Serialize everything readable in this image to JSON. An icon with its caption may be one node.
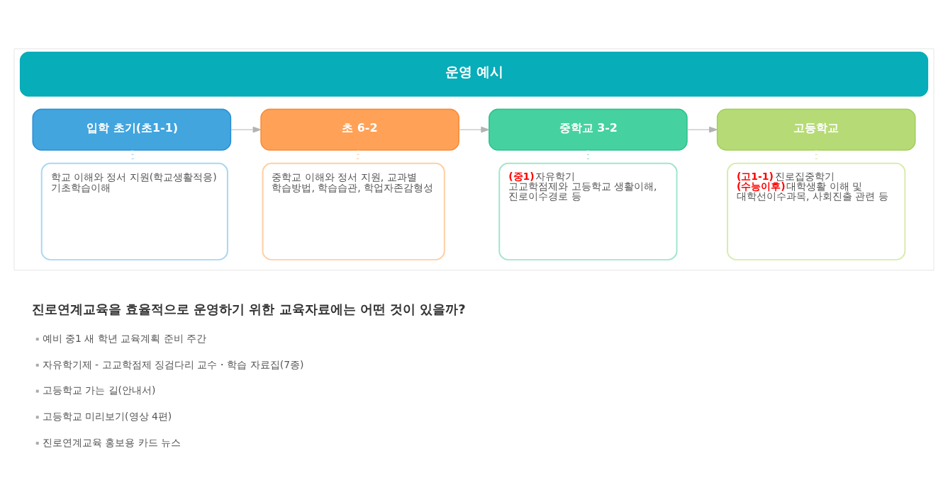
{
  "diagram": {
    "nodes": [
      {
        "text": [
          "운영 예시"
        ]
      },
      {
        "text": [
          "입학 초기(초1-1)"
        ],
        "in": 0
      },
      {
        "text": [
          "초 6-2"
        ],
        "in": 0
      },
      {
        "text": [
          "중학교 3-2"
        ],
        "in": 0
      },
      {
        "text": [
          "고등학교"
        ],
        "in": 0
      },
      {
        "text": [
          "학교 이해와 정서 지원(학교생활적응) 기초학습이해"
        ],
        "in": 0
      },
      {
        "text": [
          "중학교 이해와 정서 지원, 교과별 학습방법, 학습습관, 학업자존감형성"
        ],
        "in": 0
      },
      {
        "text": [
          "**(중1)**자유학기",
          "고교학점제와 고등학교 생활이해, 진로이수경로 등"
        ],
        "in": 0
      },
      {
        "text": [
          "**(고1-1)**진로집중학기",
          "**(수능이후)**대학생활 이해 및 대학선이수과목, 사회진출 관련 등"
        ],
        "in": 0
      }
    ],
    "edges": [
      {
        "from": 1,
        "to": 2,
        "arrow": "to"
      },
      {
        "from": 2,
        "to": 3,
        "arrow": "to"
      },
      {
        "from": 3,
        "to": 4,
        "arrow": "to"
      },
      {
        "from": 1,
        "to": 5,
        "arrow": "none",
        "style": "dashed",
        "color": "#8ccbed"
      },
      {
        "from": 2,
        "to": 6,
        "arrow": "none",
        "style": "dashed",
        "color": "#ffc38f"
      },
      {
        "from": 3,
        "to": 7,
        "arrow": "none",
        "style": "dashed",
        "color": "#8fdcbf"
      },
      {
        "from": 4,
        "to": 8,
        "arrow": "none",
        "style": "dashed",
        "color": "#cfe6a0"
      }
    ],
    "labels": [
      "진로연계교육을 효율적으로 운영하기 위한 교육자료에는 어떤 것이 있을까?",
      "예비 중1 새 학년 교육계획 준비 주간",
      "자유학기제 - 고교학점제 징검다리 교수・학습 자료집(7종)",
      "고등학교 가는 길(안내서)",
      "고등학교 미리보기(영상 4편)",
      "진로연계교육 홍보용 카드 뉴스"
    ]
  }
}
